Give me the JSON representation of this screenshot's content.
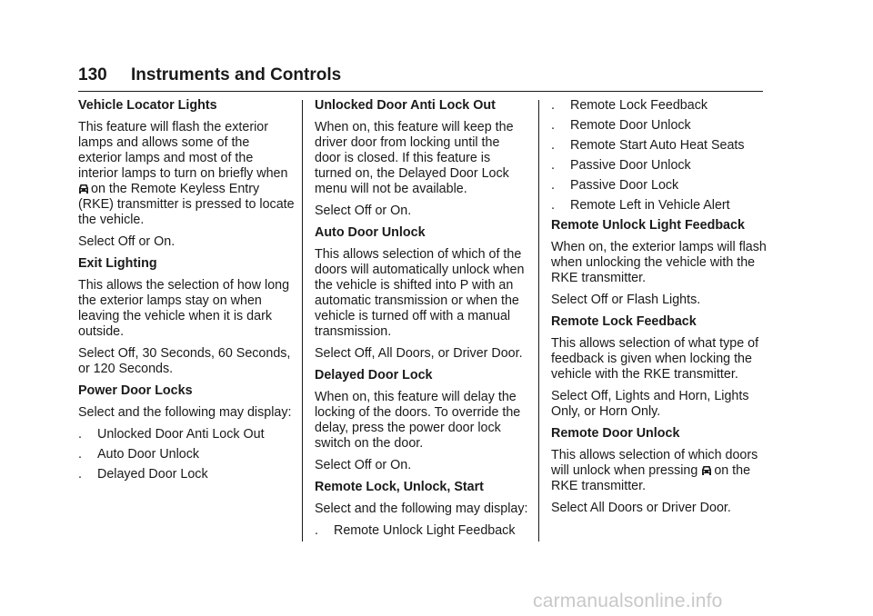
{
  "header": {
    "page_number": "130",
    "section_title": "Instruments and Controls"
  },
  "col1": {
    "vehicle_locator": {
      "heading": "Vehicle Locator Lights",
      "text_before_icon": "This feature will flash the exterior lamps and allows some of the exterior lamps and most of the interior lamps to turn on briefly when",
      "text_after_icon": "on the Remote Keyless Entry (RKE) transmitter is pressed to locate the vehicle.",
      "select": "Select Off or On."
    },
    "exit_lighting": {
      "heading": "Exit Lighting",
      "text": "This allows the selection of how long the exterior lamps stay on when leaving the vehicle when it is dark outside.",
      "select": "Select Off, 30 Seconds, 60 Seconds, or 120 Seconds."
    },
    "power_door_locks": {
      "heading": "Power Door Locks",
      "text": "Select and the following may display:",
      "items": [
        "Unlocked Door Anti Lock Out",
        "Auto Door Unlock",
        "Delayed Door Lock"
      ]
    }
  },
  "col2": {
    "unlocked_anti_lock": {
      "heading": "Unlocked Door Anti Lock Out",
      "text": "When on, this feature will keep the driver door from locking until the door is closed. If this feature is turned on, the Delayed Door Lock menu will not be available.",
      "select": "Select Off or On."
    },
    "auto_door_unlock": {
      "heading": "Auto Door Unlock",
      "text": "This allows selection of which of the doors will automatically unlock when the vehicle is shifted into P with an automatic transmission or when the vehicle is turned off with a manual transmission.",
      "select": "Select Off, All Doors, or Driver Door."
    },
    "delayed_door_lock": {
      "heading": "Delayed Door Lock",
      "text": "When on, this feature will delay the locking of the doors. To override the delay, press the power door lock switch on the door.",
      "select": "Select Off or On."
    },
    "remote_lock": {
      "heading": "Remote Lock, Unlock, Start",
      "text": "Select and the following may display:",
      "items": [
        "Remote Unlock Light Feedback"
      ]
    }
  },
  "col3": {
    "list_continued": {
      "items": [
        "Remote Lock Feedback",
        "Remote Door Unlock",
        "Remote Start Auto Heat Seats",
        "Passive Door Unlock",
        "Passive Door Lock",
        "Remote Left in Vehicle Alert"
      ]
    },
    "remote_unlock_light": {
      "heading": "Remote Unlock Light Feedback",
      "text": "When on, the exterior lamps will flash when unlocking the vehicle with the RKE transmitter.",
      "select": "Select Off or Flash Lights."
    },
    "remote_lock_feedback": {
      "heading": "Remote Lock Feedback",
      "text": "This allows selection of what type of feedback is given when locking the vehicle with the RKE transmitter.",
      "select": "Select Off, Lights and Horn, Lights Only, or Horn Only."
    },
    "remote_door_unlock": {
      "heading": "Remote Door Unlock",
      "text_before_icon": "This allows selection of which doors will unlock when pressing",
      "text_after_icon": "on the RKE transmitter.",
      "select": "Select All Doors or Driver Door."
    }
  },
  "bullet": ".",
  "icons": {
    "rke_button": "vehicle-locator-icon"
  },
  "watermark": "carmanualsonline.info"
}
